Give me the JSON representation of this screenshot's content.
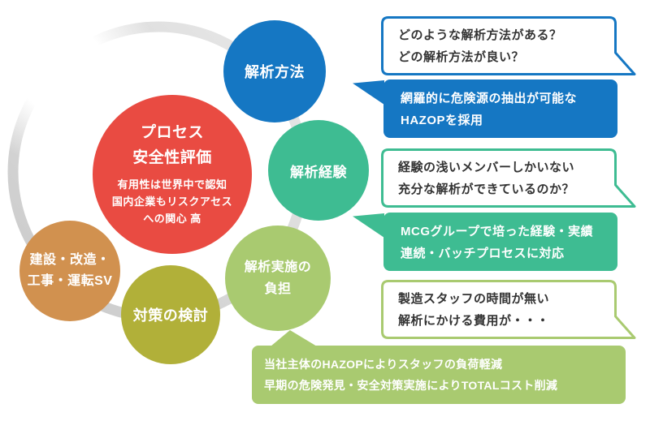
{
  "colors": {
    "red": "#e94b42",
    "blue": "#1577c3",
    "teal": "#3ebc92",
    "light_green": "#a9ca70",
    "olive": "#b1b039",
    "orange": "#d1914f",
    "ring": "#d4d4d4",
    "text_dark": "#333333"
  },
  "center_circle": {
    "title_line1": "プロセス",
    "title_line2": "安全性評価",
    "sub_line1": "有用性は世界中で認知",
    "sub_line2": "国内企業もリスクアセス",
    "sub_line3": "への関心 高"
  },
  "topic_circles": [
    {
      "id": "analysis-method",
      "label": "解析方法"
    },
    {
      "id": "analysis-experience",
      "label": "解析経験"
    },
    {
      "id": "analysis-burden",
      "label_line1": "解析実施の",
      "label_line2": "負担"
    },
    {
      "id": "countermeasure-study",
      "label": "対策の検討"
    },
    {
      "id": "construction-operation",
      "label_line1": "建設・改造・",
      "label_line2": "工事・運転SV"
    }
  ],
  "bubbles": [
    {
      "kind": "question",
      "line1": "どのような解析方法がある？",
      "line2": "どの解析方法が良い？"
    },
    {
      "kind": "answer",
      "line1": "網羅的に危険源の抽出が可能な",
      "line2": "HAZOPを採用"
    },
    {
      "kind": "question",
      "line1": "経験の浅いメンバーしかいない",
      "line2": "充分な解析ができているのか？"
    },
    {
      "kind": "answer",
      "line1": "MCGグループで培った経験・実績",
      "line2": "連続・バッチプロセスに対応"
    },
    {
      "kind": "question",
      "line1": "製造スタッフの時間が無い",
      "line2": "解析にかける費用が・・・"
    },
    {
      "kind": "answer",
      "line1": "当社主体のHAZOPによりスタッフの負荷軽減",
      "line2": "早期の危険発見・安全対策実施によりTOTALコスト削減"
    }
  ]
}
